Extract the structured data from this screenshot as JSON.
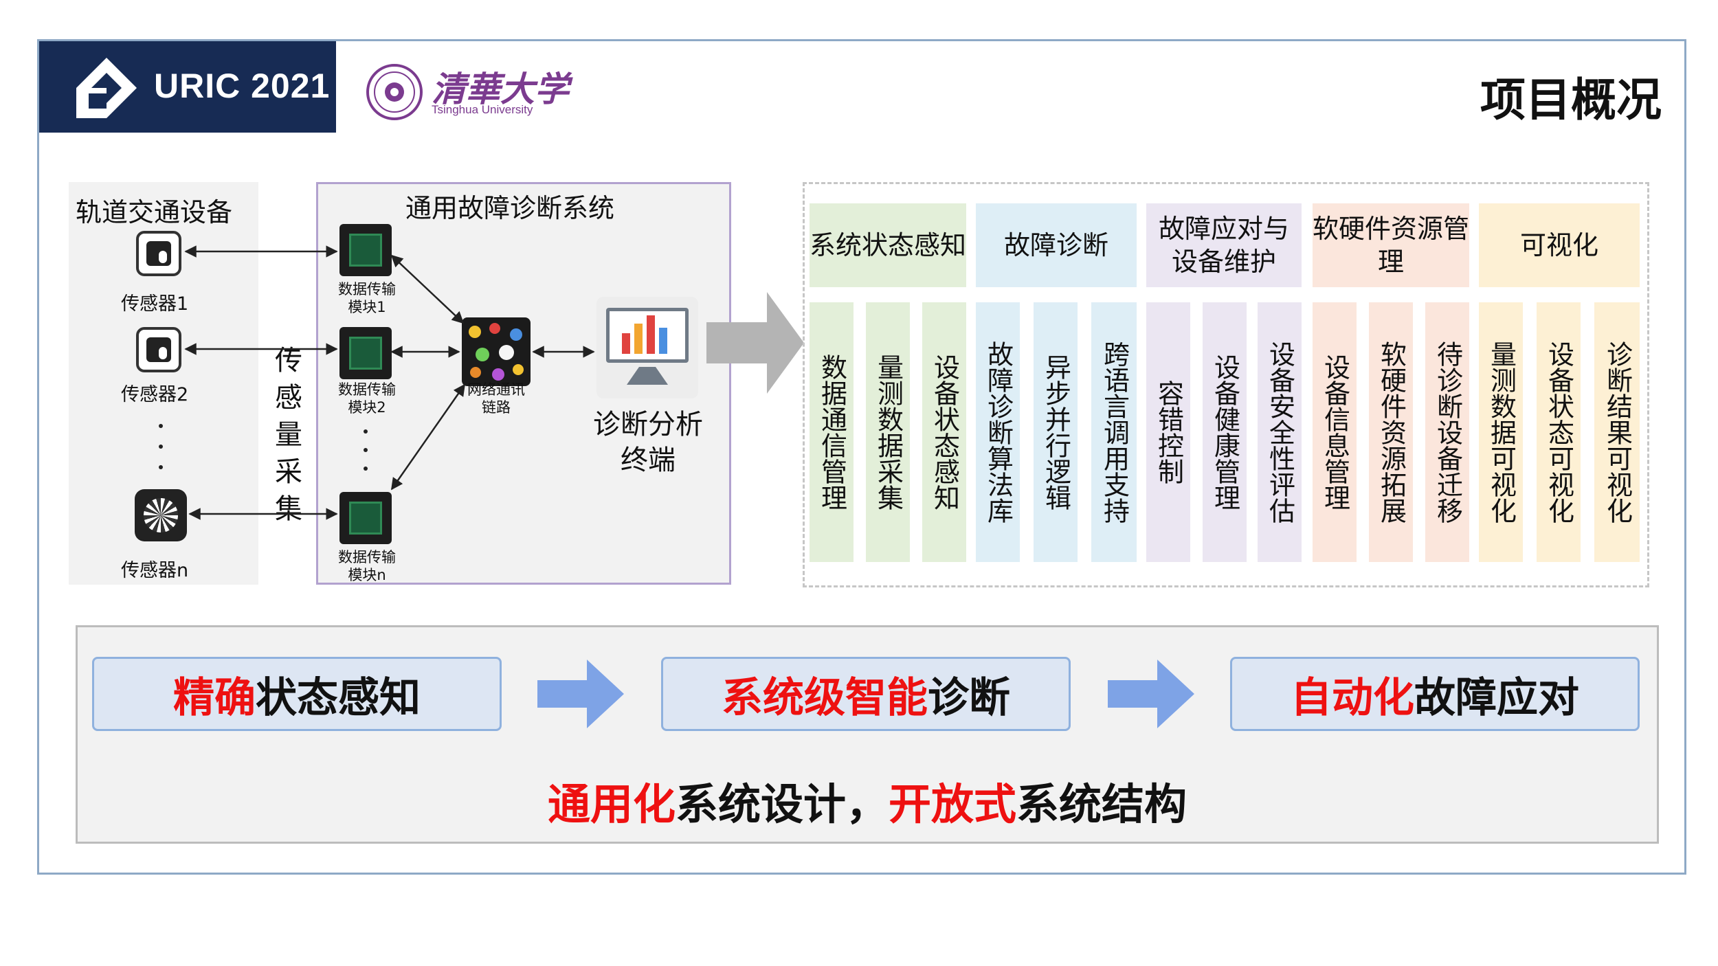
{
  "header": {
    "logo_text": "URIC 2021",
    "university_cn": "清華大学",
    "university_en": "Tsinghua University",
    "page_title": "项目概况"
  },
  "rail": {
    "title": "轨道交通设备",
    "sensors": [
      "传感器1",
      "传感器2",
      "传感器n"
    ],
    "collection_label": "传感量采集"
  },
  "system": {
    "title": "通用故障诊断系统",
    "modules": [
      "数据传输模块1",
      "数据传输模块2",
      "数据传输模块n"
    ],
    "network_label": "网络通讯链路",
    "terminal_label": "诊断分析终端"
  },
  "functions": {
    "categories": [
      {
        "label": "系统状态感知",
        "color": "#e3efd9",
        "items": [
          "数据通信管理",
          "量测数据采集",
          "设备状态感知"
        ]
      },
      {
        "label": "故障诊断",
        "color": "#deeef6",
        "items": [
          "故障诊断算法库",
          "异步并行逻辑",
          "跨语言调用支持"
        ]
      },
      {
        "label": "故障应对与设备维护",
        "color": "#ebe6f2",
        "items": [
          "容错控制",
          "设备健康管理",
          "设备安全性评估"
        ]
      },
      {
        "label": "软硬件资源管理",
        "color": "#fbe6dc",
        "items": [
          "设备信息管理",
          "软硬件资源拓展",
          "待诊断设备迁移"
        ]
      },
      {
        "label": "可视化",
        "color": "#fdf0d4",
        "items": [
          "量测数据可视化",
          "设备状态可视化",
          "诊断结果可视化"
        ]
      }
    ]
  },
  "flow": {
    "steps": [
      {
        "highlight": "精确",
        "rest": "状态感知"
      },
      {
        "highlight": "系统级智能",
        "rest": "诊断"
      },
      {
        "highlight": "自动化",
        "rest": "故障应对"
      }
    ],
    "summary": {
      "h1": "通用化",
      "t1": "系统设计，",
      "h2": "开放式",
      "t2": "系统结构"
    }
  },
  "colors": {
    "navy": "#172b54",
    "accent_red": "#ee1111",
    "pill_bg": "#dde6f3",
    "arrow_blue": "#7ea3e6"
  }
}
